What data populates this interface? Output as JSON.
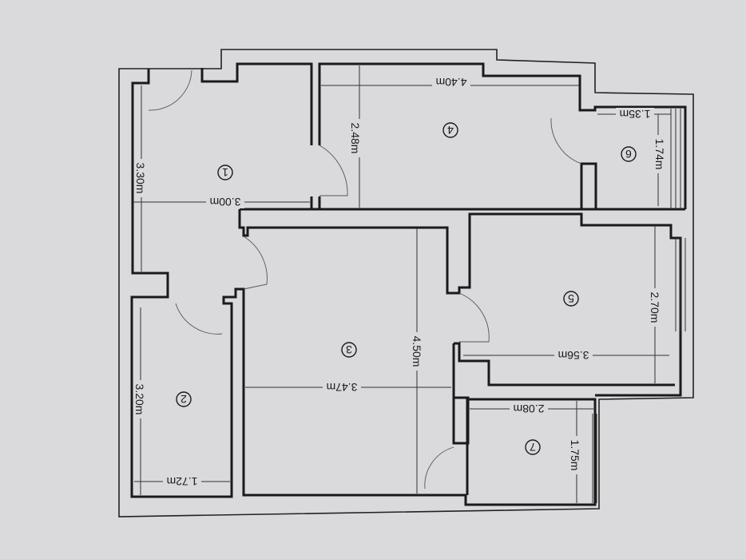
{
  "plan": {
    "rooms": [
      {
        "number": "1"
      },
      {
        "number": "2"
      },
      {
        "number": "3"
      },
      {
        "number": "4"
      },
      {
        "number": "5"
      },
      {
        "number": "6"
      },
      {
        "number": "7"
      }
    ],
    "dimensions": {
      "room4_width": "4.40m",
      "room4_depth": "2.48m",
      "room6_width": "1.35m",
      "room6_depth": "1.74m",
      "room1_depth": "3.30m",
      "room1_width": "3.00m",
      "room5_depth": "2.70m",
      "room5_width": "3.56m",
      "room3_depth": "4.50m",
      "room3_width": "3.47m",
      "room7_width": "2.08m",
      "room7_depth": "1.75m",
      "room2_depth": "3.20m",
      "room2_width": "1.72m"
    }
  }
}
